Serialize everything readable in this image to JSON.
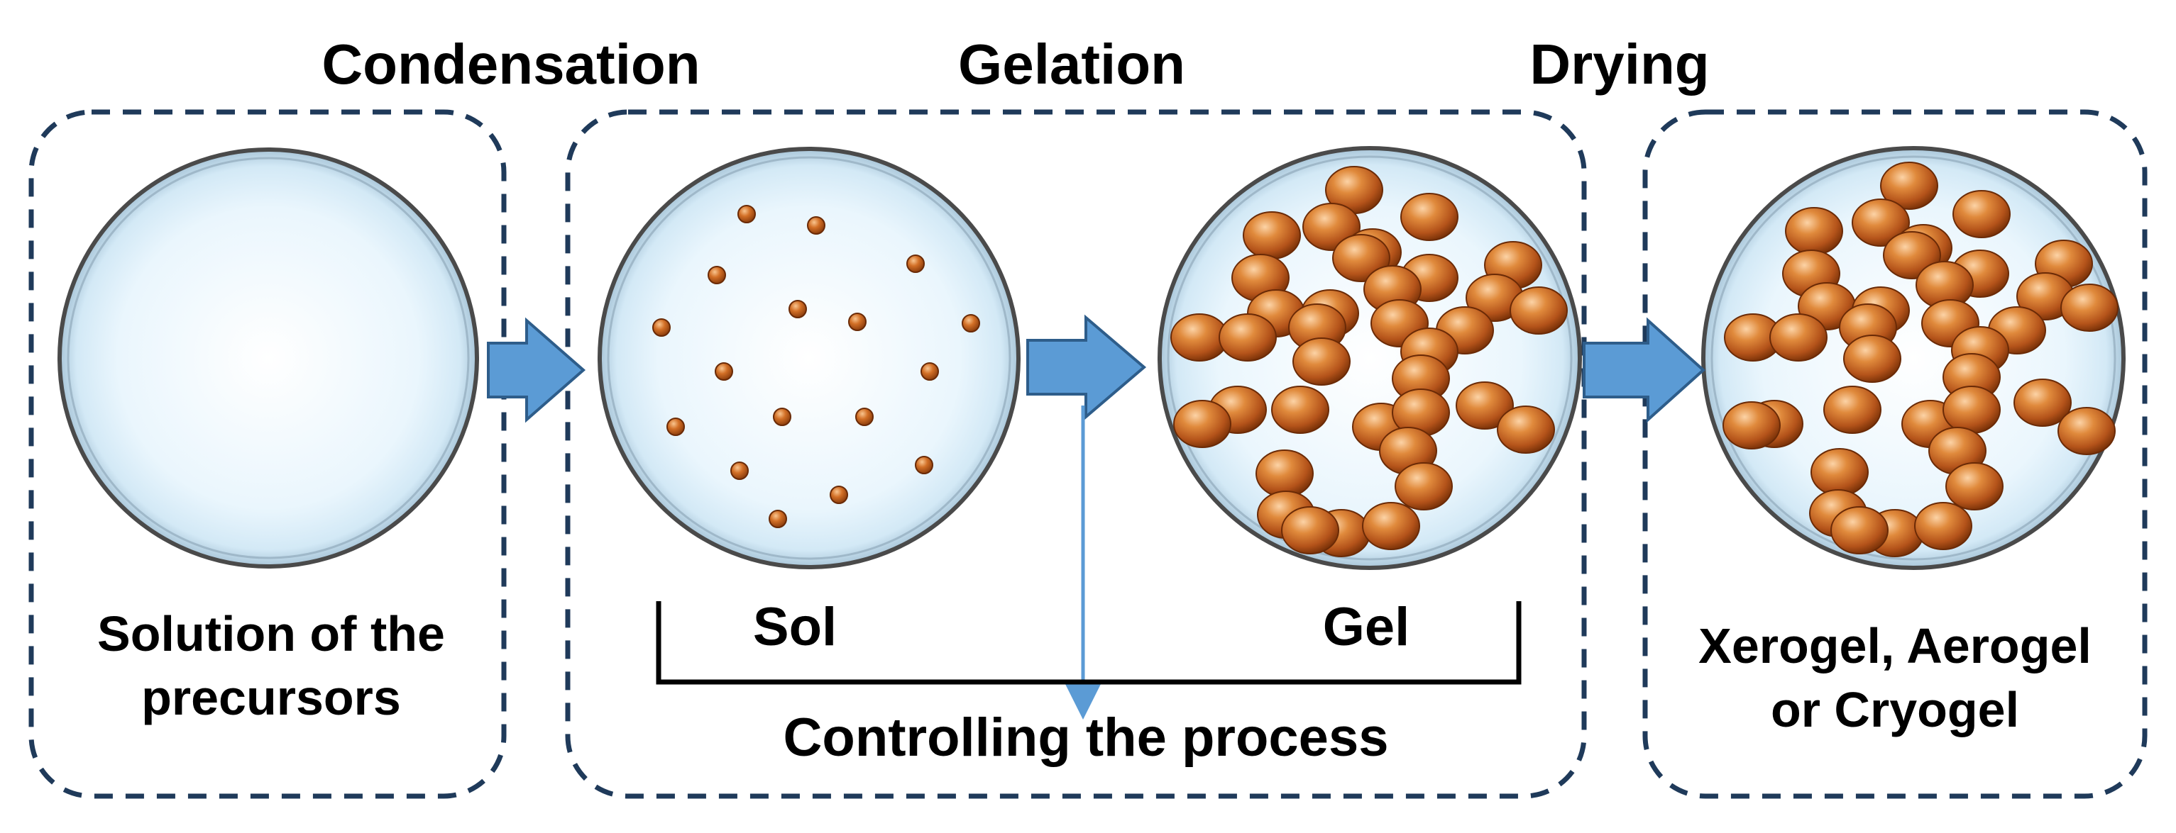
{
  "stages": {
    "condensation": "Condensation",
    "gelation": "Gelation",
    "drying": "Drying"
  },
  "captions": {
    "solution_line1": "Solution of the",
    "solution_line2": "precursors",
    "result_line1": "Xerogel, Aerogel",
    "result_line2": "or Cryogel"
  },
  "bracket": {
    "sol": "Sol",
    "gel": "Gel"
  },
  "process": "Controlling the process",
  "colors": {
    "dashed_border": "#1F3A5A",
    "arrow_fill": "#5B9BD5",
    "arrow_stroke": "#2E5D8A",
    "dish_fill": "#E9F5FC",
    "dish_rim": "#4A4A4A",
    "particle": "#C8641E",
    "control_line": "#5B9BD5"
  }
}
